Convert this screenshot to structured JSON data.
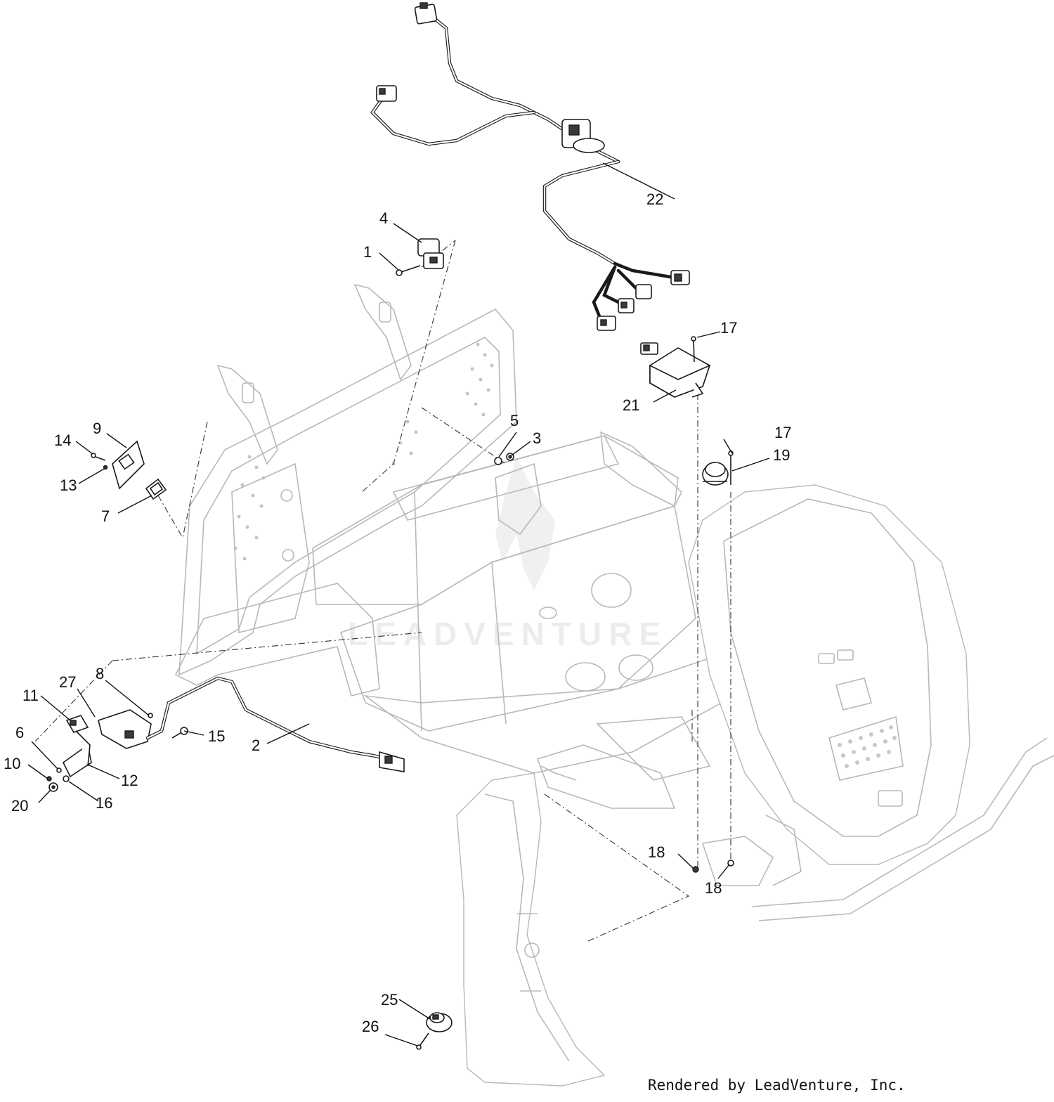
{
  "watermark": "LEADVENTURE",
  "credit": "Rendered by LeadVenture, Inc.",
  "callouts": [
    "1",
    "2",
    "3",
    "4",
    "5",
    "6",
    "7",
    "8",
    "9",
    "10",
    "11",
    "12",
    "13",
    "14",
    "15",
    "16",
    "17",
    "17",
    "18",
    "18",
    "19",
    "20",
    "21",
    "22",
    "25",
    "26",
    "27"
  ]
}
